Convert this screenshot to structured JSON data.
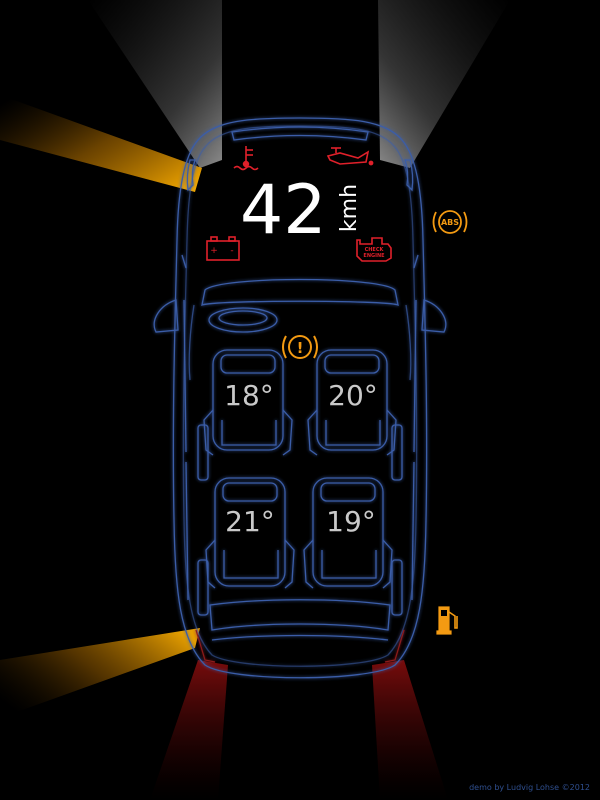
{
  "speed": {
    "value": "42",
    "unit": "kmh"
  },
  "seats": {
    "front_left": "18°",
    "front_right": "20°",
    "rear_left": "21°",
    "rear_right": "19°"
  },
  "warnings": {
    "check_engine_line1": "CHECK",
    "check_engine_line2": "ENGINE",
    "abs": "ABS",
    "brake": "!",
    "battery_plus": "+",
    "battery_minus": "-"
  },
  "credit": "demo by Ludvig Lohse ©2012",
  "colors": {
    "background": "#000000",
    "outline": "#3a5da8",
    "outline_glow": "#6f95e0",
    "speed_text": "#ffffff",
    "temp_text": "#c9c9c9",
    "warning_red": "#e0202a",
    "warning_orange": "#f39a12",
    "light_amber": "#ff9e00",
    "light_red": "#6a0b0b",
    "credit_text": "#2f4f8f"
  },
  "icons": [
    "coolant-temperature-icon",
    "oil-pressure-icon",
    "battery-icon",
    "check-engine-icon",
    "abs-icon",
    "brake-warning-icon",
    "fuel-pump-icon"
  ]
}
